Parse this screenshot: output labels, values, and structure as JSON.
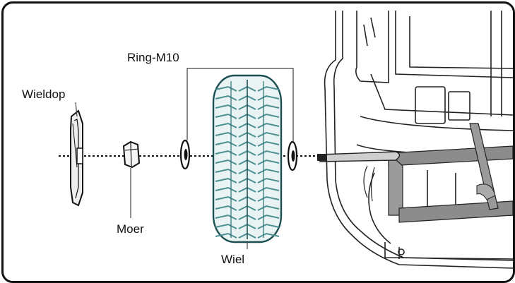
{
  "diagram": {
    "labels": {
      "hubcap": "Wieldop",
      "ring": "Ring-M10",
      "nut": "Moer",
      "wheel": "Wiel"
    },
    "colors": {
      "outline": "#111111",
      "tire": "#4a8f92",
      "axle": "#555555",
      "chassis_bar": "#8c8c8c"
    }
  }
}
